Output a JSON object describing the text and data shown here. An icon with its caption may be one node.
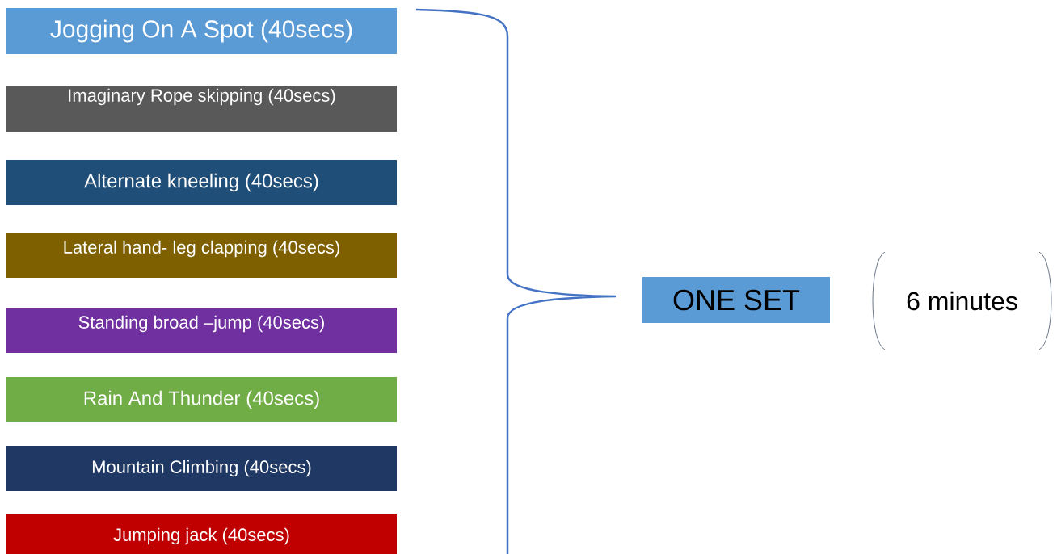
{
  "diagram": {
    "nodes": [
      {
        "text": [
          "Jogging On A Spot (40secs)"
        ]
      },
      {
        "text": [
          "Imaginary Rope skipping (40secs)"
        ]
      },
      {
        "text": [
          "Alternate kneeling (40secs)"
        ]
      },
      {
        "text": [
          "Lateral hand- leg clapping (40secs)"
        ]
      },
      {
        "text": [
          "Standing broad –jump (40secs)"
        ]
      },
      {
        "text": [
          "Rain And Thunder (40secs)"
        ]
      },
      {
        "text": [
          "Mountain Climbing (40secs)"
        ]
      },
      {
        "text": [
          "Jumping jack (40secs)"
        ]
      },
      {
        "text": [
          "ONE SET"
        ]
      },
      {
        "text": [
          "6 minutes"
        ]
      }
    ]
  }
}
